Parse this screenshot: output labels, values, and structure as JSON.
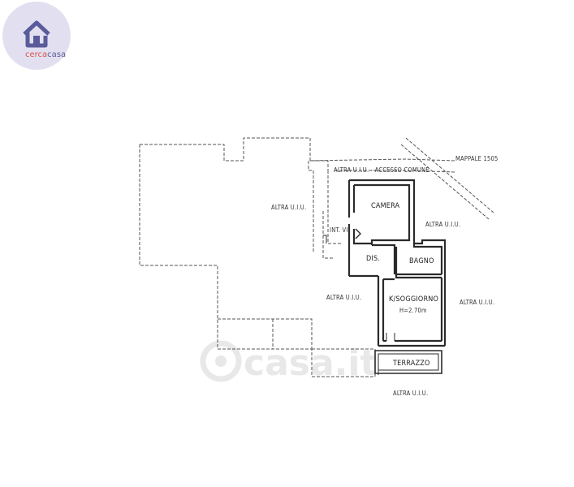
{
  "logo": {
    "brand_prefix": "cerca",
    "brand_suffix": "casa",
    "color_bg": "#e2e0f0",
    "color_accent": "#5a5b9a",
    "color_red": "#d9534f"
  },
  "watermark": {
    "text": "casa.it",
    "color": "#e8e8e8"
  },
  "plan": {
    "labels": {
      "mappale": "MAPPALE 1505",
      "altra_accesso": "ALTRA U.I.U. - ACCESSO COMUNE",
      "altra_left": "ALTRA U.I.U.",
      "altra_right_top": "ALTRA U.I.U.",
      "altra_right_mid": "ALTRA U.I.U.",
      "altra_center": "ALTRA U.I.U.",
      "altra_bottom": "ALTRA U.I.U.",
      "int_label": "INT. VII"
    },
    "rooms": {
      "camera": "CAMERA",
      "dis": "DIS.",
      "bagno": "BAGNO",
      "soggiorno": "K/SOGGIORNO",
      "height": "H=2.70m",
      "terrazzo": "TERRAZZO"
    },
    "colors": {
      "wall": "#2a2a2a",
      "dashed": "#555555",
      "text": "#333333"
    }
  }
}
